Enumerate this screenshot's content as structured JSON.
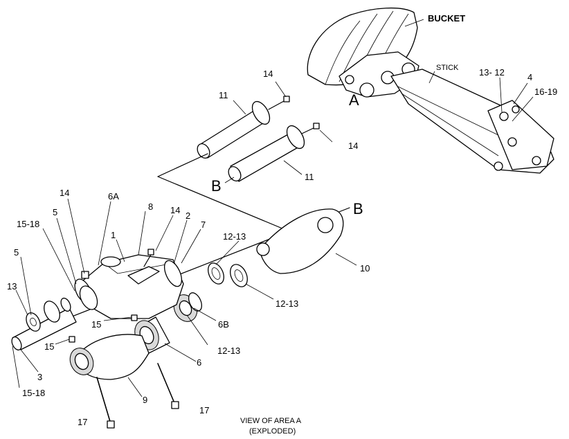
{
  "overview": {
    "bucket": "BUCKET",
    "stick": "STICK",
    "area": "A",
    "callouts": [
      "13- 12",
      "4",
      "16-19"
    ]
  },
  "pins": {
    "label_b_left": "B",
    "label_b_right": "B",
    "pin_upper": "11",
    "pin_lower": "11",
    "bolt_upper": "14",
    "bolt_lower": "14"
  },
  "exploded": {
    "callouts": [
      "14",
      "6A",
      "8",
      "14",
      "2",
      "7",
      "5",
      "15-18",
      "1",
      "5",
      "13",
      "12-13",
      "10",
      "12-13",
      "15",
      "6B",
      "15",
      "6",
      "12-13",
      "3",
      "15-18",
      "9",
      "17",
      "17"
    ]
  },
  "caption": {
    "line1": "VIEW OF AREA A",
    "line2": "(EXPLODED)"
  }
}
